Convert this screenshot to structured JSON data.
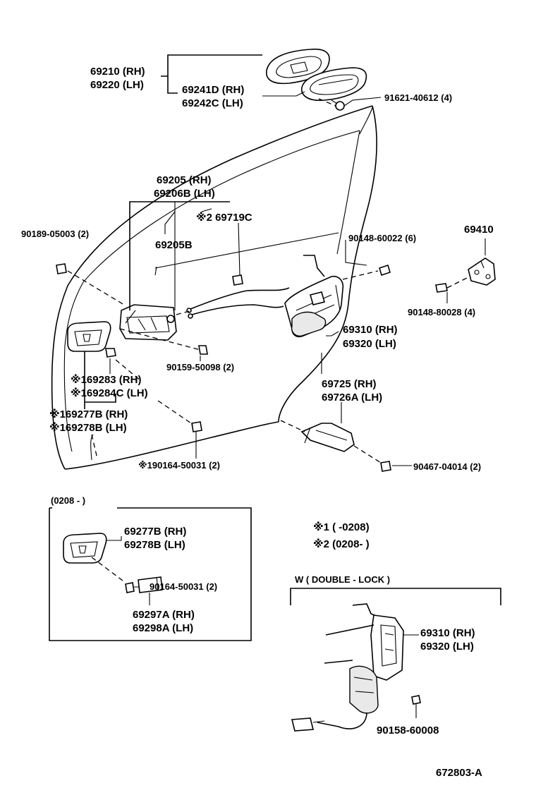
{
  "labels": {
    "p69210": "69210 (RH)",
    "p69220": "69220 (LH)",
    "p69241D": "69241D (RH)",
    "p69242C": "69242C (LH)",
    "p91621": "91621-40612 (4)",
    "p69205": "69205   (RH)",
    "p69206B": "69206B (LH)",
    "p69719C": "※2 69719C",
    "p69205B": "69205B",
    "p90189": "90189-05003 (2)",
    "p90148a": "90148-60022 (6)",
    "p69410": "69410",
    "p90148b": "90148-80028 (4)",
    "p69310a": "69310 (RH)",
    "p69320a": "69320 (LH)",
    "p90159": "90159-50098 (2)",
    "p169283": "※169283   (RH)",
    "p169284C": "※169284C (LH)",
    "p169277B": "※169277B (RH)",
    "p169278B": "※169278B (LH)",
    "p69725": "69725   (RH)",
    "p69726A": "69726A (LH)",
    "p190164": "※190164-50031 (2)",
    "p90467": "90467-04014 (2)",
    "inset_date": "(0208 -      )",
    "p69277B": "69277B (RH)",
    "p69278B": "69278B (LH)",
    "p90164": "90164-50031 (2)",
    "p69297A": "69297A (RH)",
    "p69298A": "69298A (LH)",
    "note1": "※1  (         -0208)",
    "note2": "※2  (0208-         )",
    "double_lock": "W ( DOUBLE - LOCK )",
    "p69310b": "69310 (RH)",
    "p69320b": "69320 (LH)",
    "p90158": "90158-60008",
    "drawing_no": "672803-A"
  }
}
